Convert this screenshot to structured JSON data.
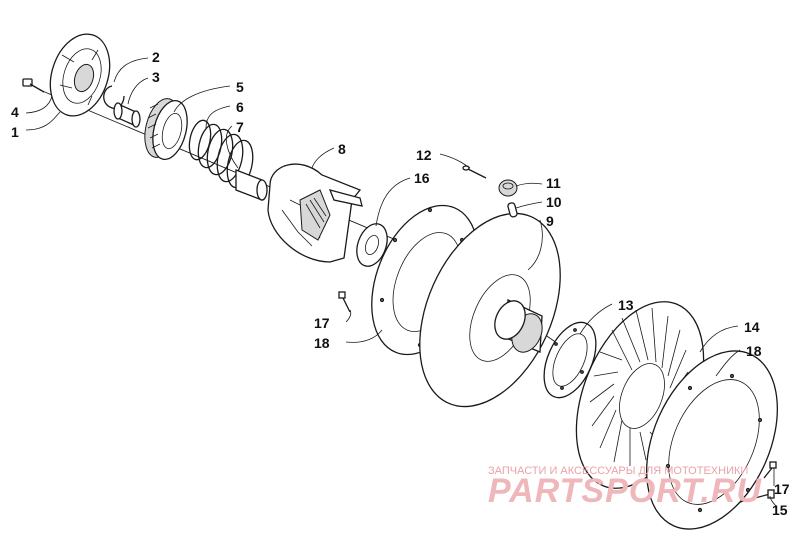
{
  "callouts": {
    "c1": "1",
    "c2": "2",
    "c3": "3",
    "c4": "4",
    "c5": "5",
    "c6": "6",
    "c7": "7",
    "c8": "8",
    "c9": "9",
    "c10": "10",
    "c11": "11",
    "c12": "12",
    "c13": "13",
    "c14": "14",
    "c15": "15",
    "c16": "16",
    "c17a": "17",
    "c17b": "17",
    "c18a": "18",
    "c18b": "18"
  },
  "watermark": {
    "tagline": "ЗАПЧАСТИ И АКСЕССУАРЫ ДЛЯ МОТОТЕХНИКИ",
    "logo": "PARTSPORT.RU"
  }
}
